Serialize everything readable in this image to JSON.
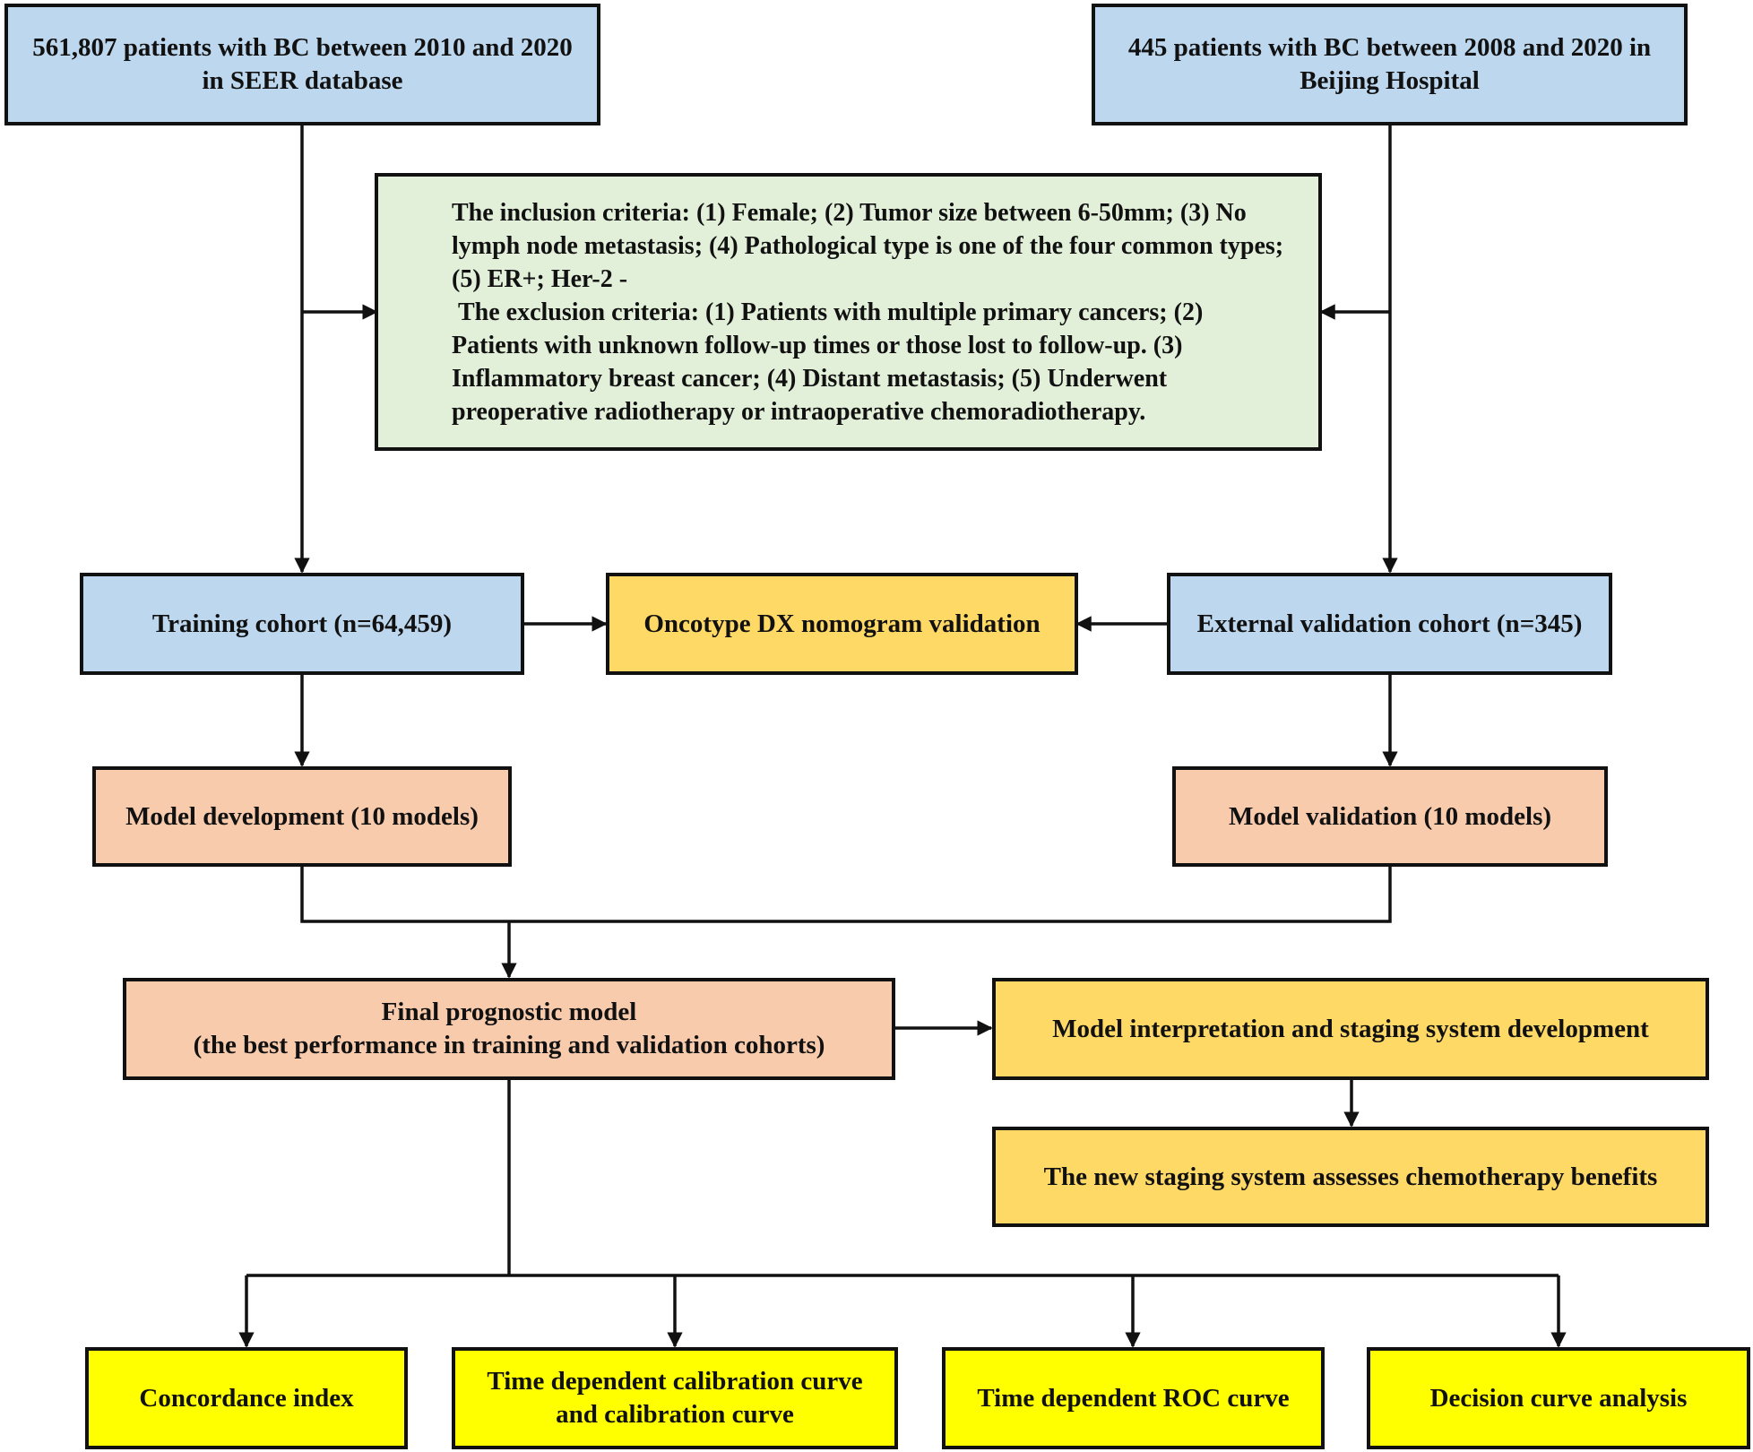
{
  "nodes": {
    "seer": {
      "text": "561,807 patients with BC between 2010 and 2020 in SEER database"
    },
    "beijing": {
      "text": "445 patients with BC between 2008 and 2020 in Beijing Hospital"
    },
    "criteria": {
      "inclusion": "The inclusion criteria: (1) Female; (2) Tumor size between 6-50mm; (3) No lymph node metastasis; (4) Pathological type is one of the four common types; (5) ER+; Her-2 -",
      "exclusion": " The exclusion criteria: (1) Patients with multiple primary cancers; (2) Patients with unknown follow-up times or those lost to follow-up. (3) Inflammatory breast cancer; (4) Distant metastasis; (5) Underwent preoperative radiotherapy or intraoperative chemoradiotherapy."
    },
    "training": {
      "text": "Training cohort (n=64,459)"
    },
    "oncotype": {
      "text": "Oncotype DX nomogram validation"
    },
    "external": {
      "text": "External validation cohort (n=345)"
    },
    "development": {
      "text": "Model development (10 models)"
    },
    "validation": {
      "text": "Model validation (10 models)"
    },
    "final": {
      "line1": "Final prognostic model",
      "line2": "(the best performance in training and validation cohorts)"
    },
    "interpretation": {
      "text": "Model interpretation and staging system development"
    },
    "staging": {
      "text": "The new staging system assesses chemotherapy benefits"
    },
    "cindex": {
      "text": "Concordance index"
    },
    "calibration": {
      "line1": "Time dependent calibration curve",
      "line2": "and calibration curve"
    },
    "roc": {
      "text": "Time dependent ROC curve"
    },
    "dca": {
      "text": "Decision curve analysis"
    }
  },
  "edges": [
    {
      "from": "seer",
      "to": "training"
    },
    {
      "from": "seer",
      "to": "criteria"
    },
    {
      "from": "beijing",
      "to": "external"
    },
    {
      "from": "beijing",
      "to": "criteria"
    },
    {
      "from": "training",
      "to": "oncotype"
    },
    {
      "from": "external",
      "to": "oncotype"
    },
    {
      "from": "training",
      "to": "development"
    },
    {
      "from": "external",
      "to": "validation"
    },
    {
      "from": "development",
      "to": "final"
    },
    {
      "from": "validation",
      "to": "final"
    },
    {
      "from": "final",
      "to": "interpretation"
    },
    {
      "from": "interpretation",
      "to": "staging"
    },
    {
      "from": "final",
      "to": "cindex"
    },
    {
      "from": "final",
      "to": "calibration"
    },
    {
      "from": "final",
      "to": "roc"
    },
    {
      "from": "final",
      "to": "dca"
    }
  ],
  "colors": {
    "cohort_blue": "#bdd7ee",
    "criteria_green": "#e2efd9",
    "analysis_gold": "#ffd966",
    "model_salmon": "#f8cbad",
    "metric_yellow": "#ffff00",
    "line": "#111111"
  }
}
